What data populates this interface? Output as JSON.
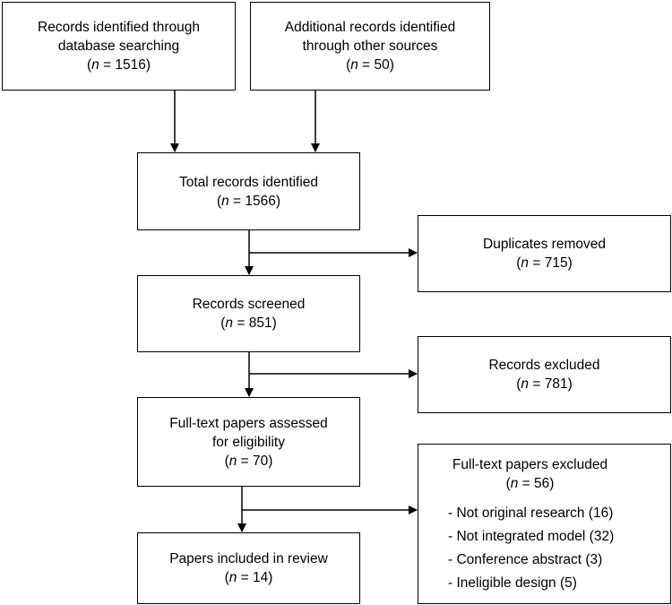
{
  "boxes": {
    "database": {
      "line1": "Records identified through",
      "line2": "database searching",
      "n_prefix": "n",
      "n_value": " = 1516)"
    },
    "other": {
      "line1": "Additional records identified",
      "line2": "through other sources",
      "n_prefix": "n",
      "n_value": " = 50)"
    },
    "total": {
      "line1": "Total records identified",
      "n_prefix": "n",
      "n_value": " = 1566)"
    },
    "duplicates": {
      "line1": "Duplicates removed",
      "n_prefix": "n",
      "n_value": " = 715)"
    },
    "screened": {
      "line1": "Records screened",
      "n_prefix": "n",
      "n_value": " = 851)"
    },
    "excluded": {
      "line1": "Records excluded",
      "n_prefix": "n",
      "n_value": " = 781)"
    },
    "fulltext": {
      "line1": "Full-text papers assessed",
      "line2": "for eligibility",
      "n_prefix": "n",
      "n_value": " = 70)"
    },
    "included": {
      "line1": "Papers included in review",
      "n_prefix": "n",
      "n_value": " = 14)"
    },
    "fulltext_excluded": {
      "line1": "Full-text papers excluded",
      "n_prefix": "n",
      "n_value": " = 56)",
      "reasons": [
        "- Not original research (16)",
        "- Not integrated model (32)",
        "- Conference abstract (3)",
        "- Ineligible design (5)"
      ]
    }
  }
}
